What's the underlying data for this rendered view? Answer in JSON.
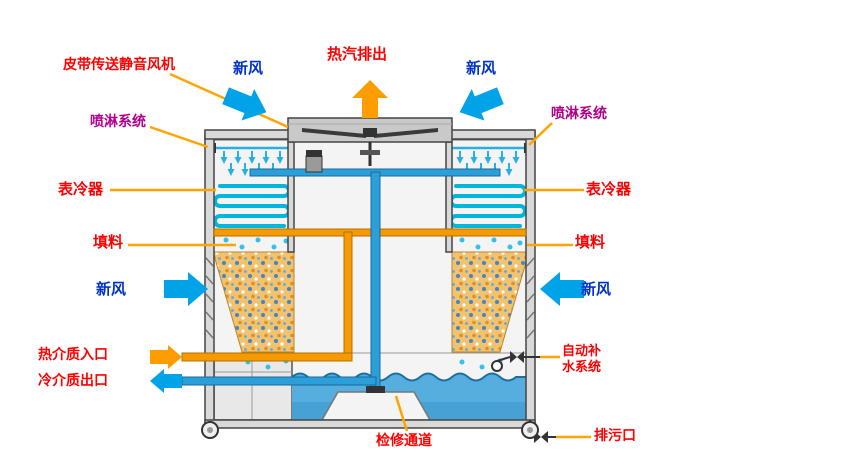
{
  "labels": {
    "fan_belt": "皮带传送静音风机",
    "fresh_air": "新风",
    "exhaust": "热汽排出",
    "spray_system": "喷淋系统",
    "surface_cooler": "表冷器",
    "fill_material": "填料",
    "hot_medium_inlet": "热介质入口",
    "cold_medium_outlet": "冷介质出口",
    "auto_water_line1": "自动补",
    "auto_water_line2": "水系统",
    "access_channel": "检修通道",
    "drain_outlet": "排污口"
  },
  "colors": {
    "label_red": "#ff0000",
    "label_blue": "#0033cc",
    "label_magenta": "#b0008c",
    "leader_orange": "#ffa400",
    "arrow_blue": "#00a2e8",
    "arrow_orange": "#ff9d00",
    "pipe_hot": "#f59a00",
    "pipe_cold": "#2d9fd8",
    "coil_cyan": "#00b6dd",
    "water_blue": "#55aede"
  }
}
